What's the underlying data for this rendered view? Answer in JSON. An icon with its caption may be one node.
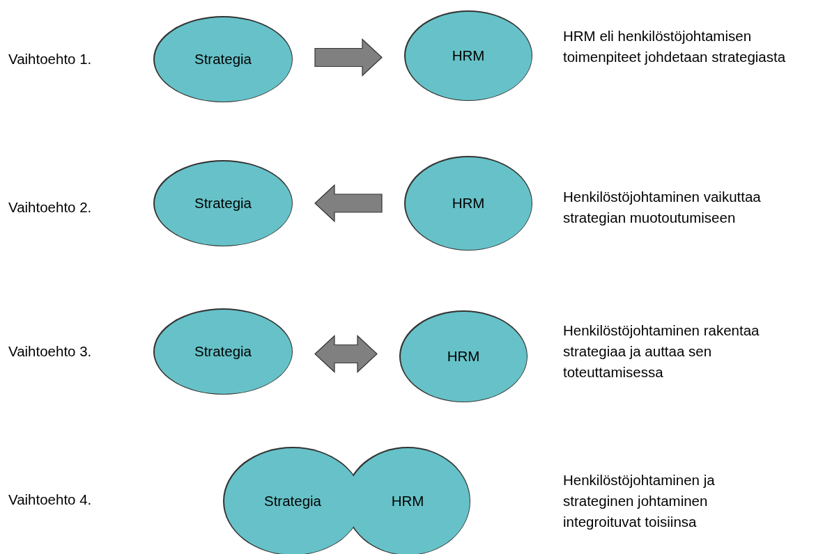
{
  "diagram": {
    "nodes": [
      {
        "text": [
          "Strategia"
        ]
      },
      {
        "text": [
          "HRM"
        ],
        "beside": [
          "HRM eli henkilöstöjohtamisen toimenpiteet johdetaan strategiasta"
        ]
      },
      {
        "text": [
          "Strategia"
        ]
      },
      {
        "text": [
          "HRM"
        ],
        "beside": [
          "Henkilöstöjohtaminen vaikuttaa strategian muotoutumiseen"
        ]
      },
      {
        "text": [
          "Strategia"
        ]
      },
      {
        "text": [
          "HRM"
        ],
        "beside": [
          "Henkilöstöjohtaminen rakentaa strategiaa ja auttaa sen toteuttamisessa"
        ]
      },
      {
        "text": [
          "Strategia"
        ]
      },
      {
        "text": [
          "HRM"
        ]
      }
    ],
    "edges": [
      {
        "from": 0,
        "to": 1,
        "arrow": "to"
      },
      {
        "from": 3,
        "to": 2,
        "arrow": "to"
      },
      {
        "from": 4,
        "to": 5,
        "arrow": "both"
      }
    ],
    "labels": [
      "Vaihtoehto 1.",
      "Vaihtoehto 2.",
      "Vaihtoehto 3.",
      "Vaihtoehto 4.",
      "Henkilöstöjohtaminen ja strateginen johtaminen integroituvat toisiinsa"
    ]
  }
}
